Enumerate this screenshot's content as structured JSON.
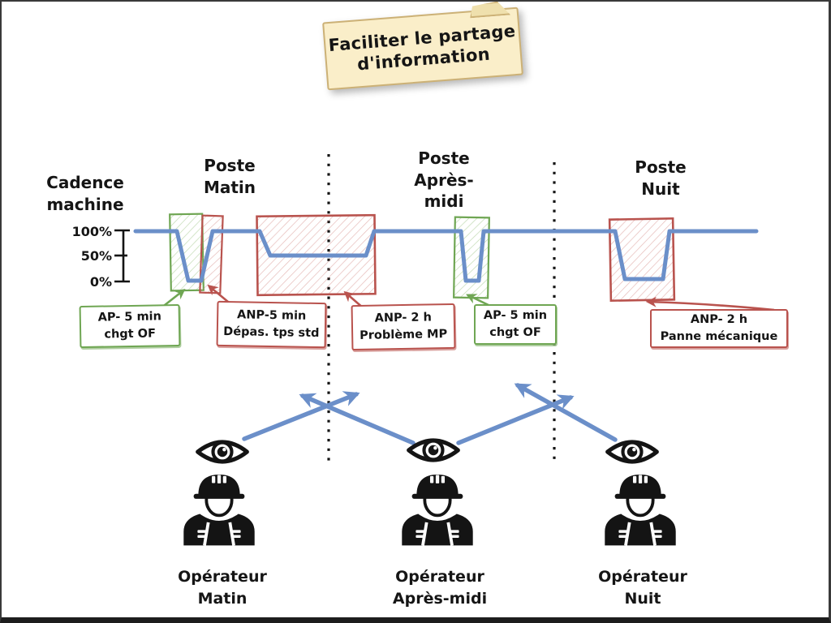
{
  "note": {
    "text": "Faciliter le partage\nd'information"
  },
  "axis": {
    "title": "Cadence\nmachine",
    "ticks": [
      "100%",
      "50%",
      "0%"
    ]
  },
  "shifts": [
    {
      "label": "Poste\nMatin"
    },
    {
      "label": "Poste\nAprès-\nmidi"
    },
    {
      "label": "Poste\nNuit"
    }
  ],
  "callouts": [
    {
      "text": "AP- 5 min\nchgt OF",
      "type": "green"
    },
    {
      "text": "ANP-5 min\nDépas. tps std",
      "type": "red"
    },
    {
      "text": "ANP- 2 h\nProblème MP",
      "type": "red"
    },
    {
      "text": "AP- 5 min\nchgt OF",
      "type": "green"
    },
    {
      "text": "ANP- 2 h\nPanne mécanique",
      "type": "red"
    }
  ],
  "operators": [
    {
      "label": "Opérateur\nMatin"
    },
    {
      "label": "Opérateur\nAprès-midi"
    },
    {
      "label": "Opérateur\nNuit"
    }
  ],
  "chart_data": {
    "type": "line",
    "title": "Cadence machine",
    "ylabel": "Cadence machine",
    "y_tick_labels": [
      "100%",
      "50%",
      "0%"
    ],
    "baseline": "100%",
    "events": [
      {
        "shift": "Poste Matin",
        "annotation": "AP- 5 min chgt OF",
        "category": "AP",
        "box_color": "green",
        "drop_to": "0%"
      },
      {
        "shift": "Poste Matin",
        "annotation": "ANP-5 min Dépas. tps std",
        "category": "ANP",
        "box_color": "red",
        "drop_to": "0%"
      },
      {
        "shift": "Poste Matin / Poste Après-midi",
        "annotation": "ANP- 2 h Problème MP",
        "category": "ANP",
        "box_color": "red",
        "drop_to": "50%"
      },
      {
        "shift": "Poste Après-midi",
        "annotation": "AP- 5 min chgt OF",
        "category": "AP",
        "box_color": "green",
        "drop_to": "0%"
      },
      {
        "shift": "Poste Nuit",
        "annotation": "ANP- 2 h Panne mécanique",
        "category": "ANP",
        "box_color": "red",
        "drop_to": "0%"
      }
    ]
  },
  "colors": {
    "line_blue": "#6b8fc9",
    "planned_green": "#6fa653",
    "unplanned_red": "#b9534e",
    "note_bg": "#faeec9",
    "note_border": "#ccb176",
    "text_black": "#151515"
  }
}
